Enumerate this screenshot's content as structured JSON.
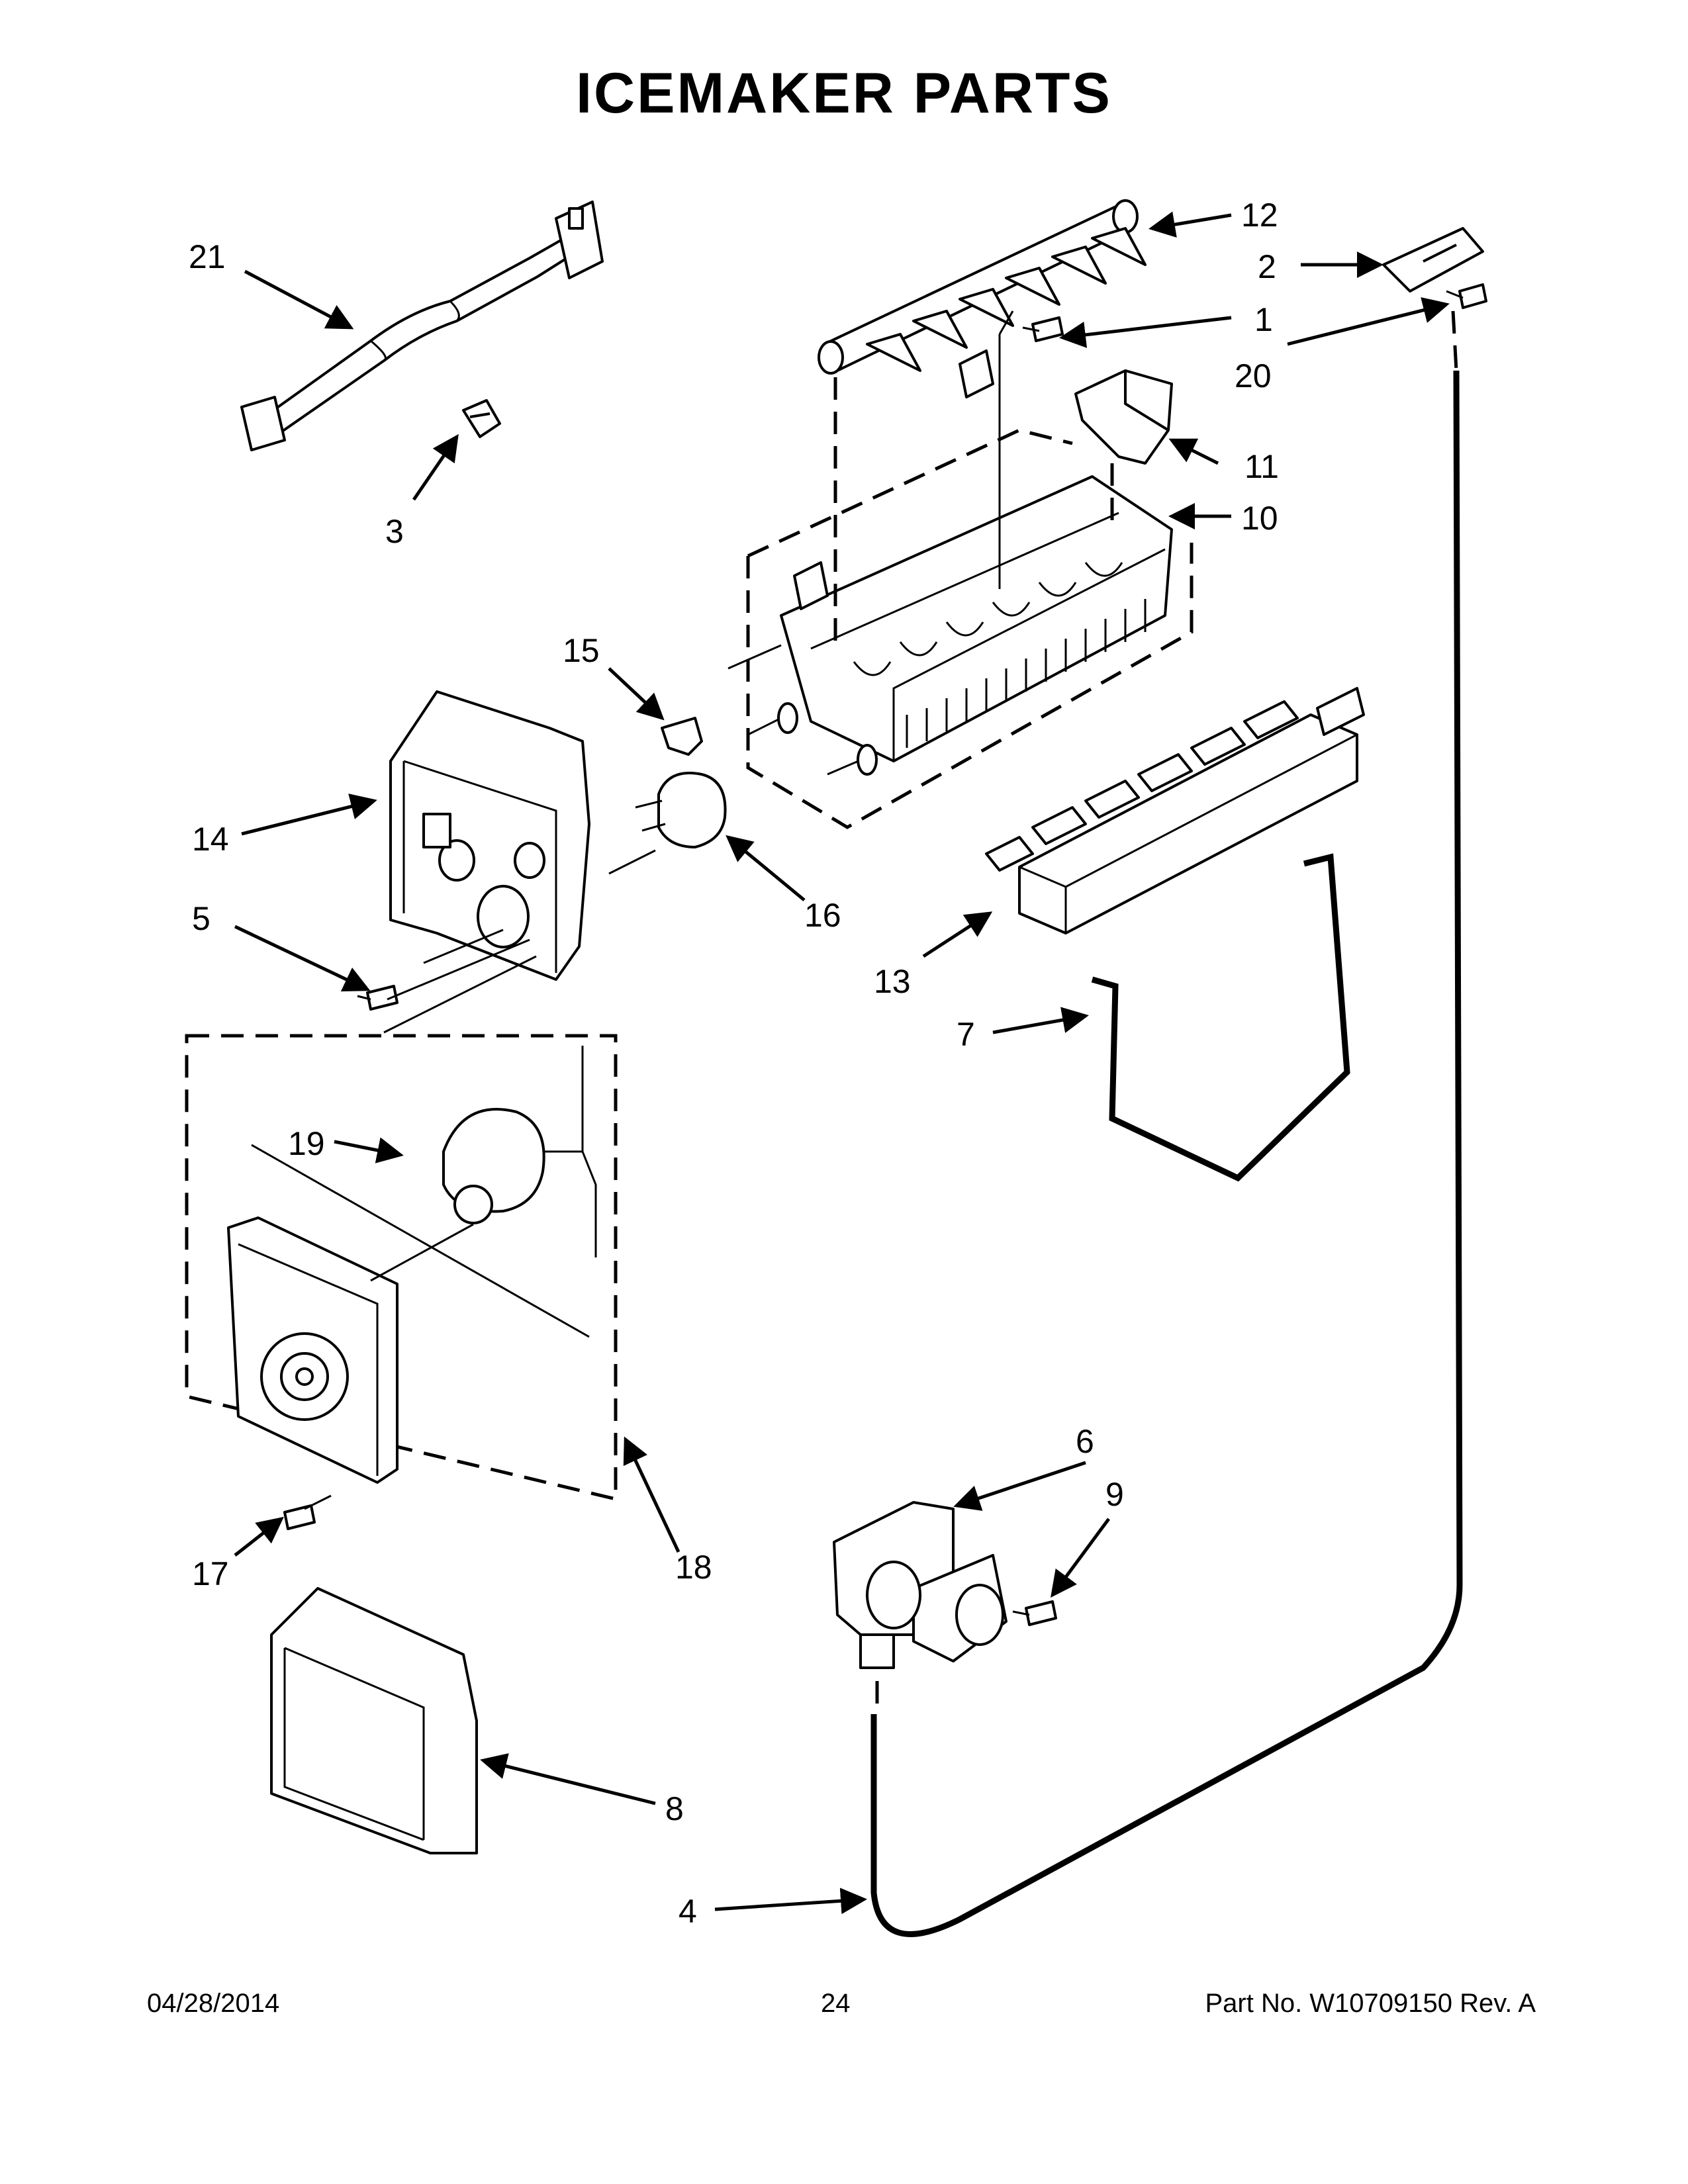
{
  "title": "ICEMAKER PARTS",
  "footer": {
    "date": "04/28/2014",
    "page": "24",
    "part_number": "Part No.  W10709150  Rev.  A"
  },
  "callouts": {
    "c1": "1",
    "c2": "2",
    "c3": "3",
    "c4": "4",
    "c5": "5",
    "c6": "6",
    "c7": "7",
    "c8": "8",
    "c9": "9",
    "c10": "10",
    "c11": "11",
    "c12": "12",
    "c13": "13",
    "c14": "14",
    "c15": "15",
    "c16": "16",
    "c17": "17",
    "c18": "18",
    "c19": "19",
    "c20": "20",
    "c21": "21"
  }
}
